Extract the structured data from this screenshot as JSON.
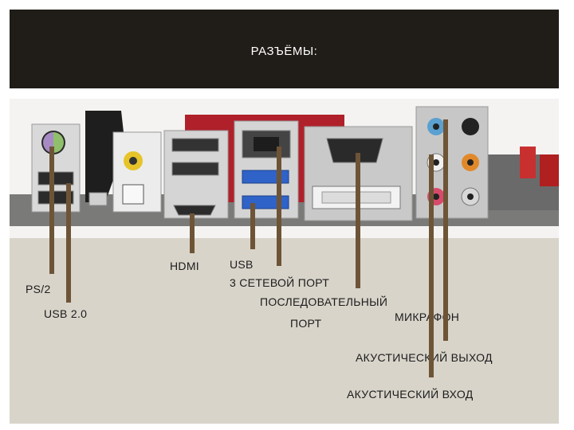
{
  "slide": {
    "title": "РАЗЪЁМЫ:",
    "labels": {
      "ps2": "PS/2",
      "usb2": "USB 2.0",
      "hdmi": "HDMI",
      "usb3_line1": "USB",
      "usb3_line2": "3 СЕТЕВОЙ ПОРТ",
      "serial_line1": "ПОСЛЕДОВАТЕЛЬНЫЙ",
      "serial_line2": "ПОРТ",
      "mic": "МИКРАФОН",
      "audio_out": "АКУСТИЧЕСКИЙ ВЫХОД",
      "audio_in": "АКУСТИЧЕСКИЙ ВХОД"
    },
    "colors": {
      "header_bg": "#201d18",
      "bottom_bg": "#d8d4ca",
      "pointer": "#6e5436",
      "usb3_blue": "#2f63c8",
      "board_red": "#b0202a",
      "ps2_purple": "#a68ac4",
      "ps2_green": "#8fbf6a",
      "audio_blue": "#5aa0d0",
      "audio_orange": "#e1892a",
      "audio_pink": "#d84a6a",
      "coax_yellow": "#e6c42a"
    }
  }
}
